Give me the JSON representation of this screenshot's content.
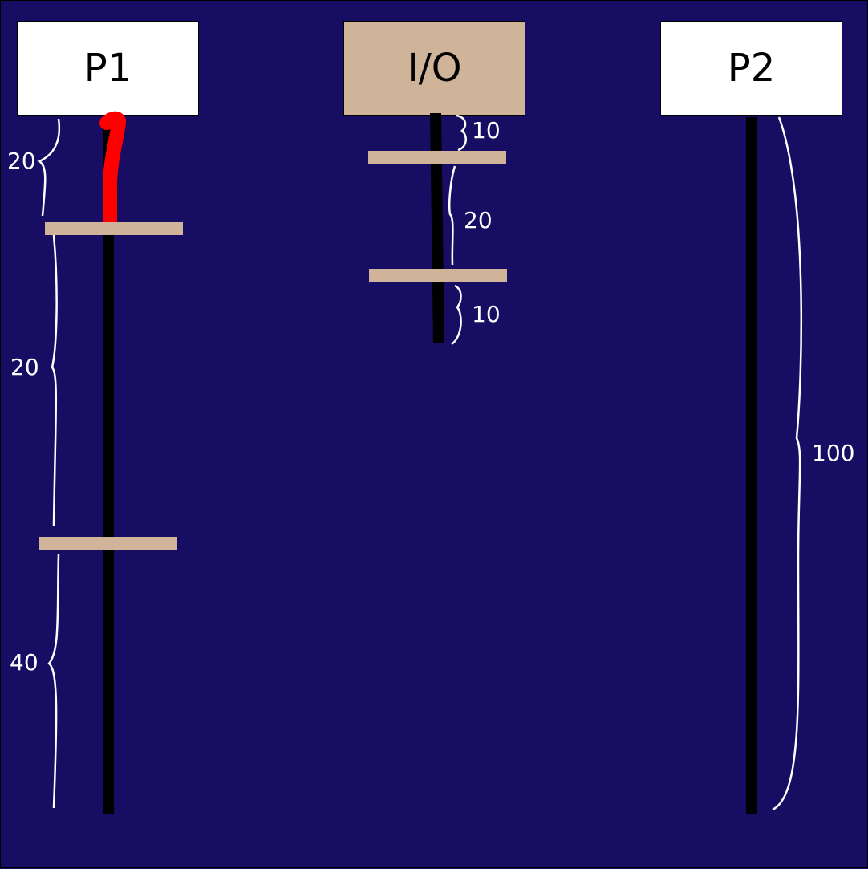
{
  "headers": {
    "p1": "P1",
    "io": "I/O",
    "p2": "P2"
  },
  "labels": {
    "p1_segment_1": "20",
    "p1_segment_2": "20",
    "p1_segment_3": "40",
    "io_segment_1": "10",
    "io_segment_2": "20",
    "io_segment_3": "10",
    "p2_segment_1": "100"
  },
  "colors": {
    "background": "#170d63",
    "header_white": "#ffffff",
    "header_io": "#cfb49a",
    "bar": "#cfb49a",
    "timeline": "#000000",
    "highlight": "#ff0000",
    "brace": "#ffffff"
  }
}
